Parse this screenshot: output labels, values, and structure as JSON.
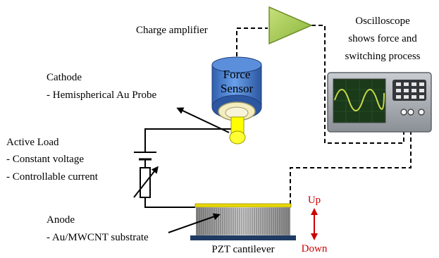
{
  "labels": {
    "charge_amplifier": "Charge amplifier",
    "oscilloscope": [
      "Oscilloscope",
      "shows force and",
      "switching process"
    ],
    "force_sensor": [
      "Force",
      "Sensor"
    ],
    "cathode": [
      "Cathode",
      "- Hemispherical Au Probe"
    ],
    "active_load": [
      "Active Load",
      "- Constant voltage",
      "- Controllable current"
    ],
    "anode": [
      "Anode",
      "- Au/MWCNT substrate"
    ],
    "pzt": "PZT cantilever",
    "up": "Up",
    "down": "Down"
  },
  "colors": {
    "amplifier": "#a5c94a",
    "sensor_body": "#4a7fd0",
    "sensor_ring": "#f3edc0",
    "probe": "#ffff00",
    "screen": "#1a3a1a",
    "trace": "#c8d84a",
    "substrate_top": "#e8d800",
    "substrate_base": "#1f3b63",
    "motion_arrow": "#cc0000",
    "label_red": "#cc0000"
  }
}
